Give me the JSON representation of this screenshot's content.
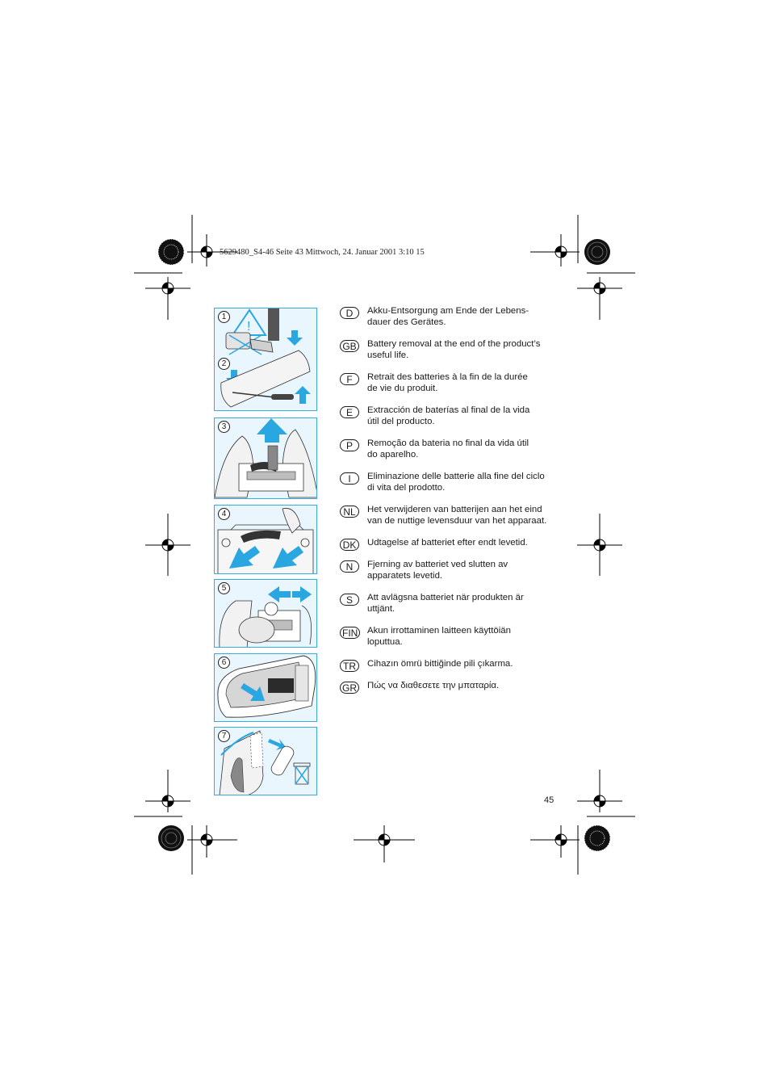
{
  "header": {
    "print_info": "5629480_S4-46  Seite 43  Mittwoch, 24. Januar 2001  3:10 15"
  },
  "figures": [
    {
      "number": "1"
    },
    {
      "number": "2"
    },
    {
      "number": "3"
    },
    {
      "number": "4"
    },
    {
      "number": "5"
    },
    {
      "number": "6"
    },
    {
      "number": "7"
    }
  ],
  "languages": [
    {
      "code": "D",
      "text": "Akku-Entsorgung am Ende der Lebens-\ndauer des Gerätes."
    },
    {
      "code": "GB",
      "text": "Battery removal at the end of the product’s\nuseful life."
    },
    {
      "code": "F",
      "text": "Retrait des batteries à la fin de la durée\nde vie du produit."
    },
    {
      "code": "E",
      "text": "Extracción de baterías al final de la vida\nútil del producto."
    },
    {
      "code": "P",
      "text": "Remoção da bateria no final da vida útil\ndo aparelho."
    },
    {
      "code": "I",
      "text": "Eliminazione delle batterie alla fine del ciclo\ndi vita del prodotto."
    },
    {
      "code": "NL",
      "text": "Het verwijderen van batterijen aan het eind\nvan de nuttige levensduur van het apparaat."
    },
    {
      "code": "DK",
      "text": "Udtagelse af batteriet efter endt levetid."
    },
    {
      "code": "N",
      "text": "Fjerning av batteriet ved slutten av\napparatets levetid."
    },
    {
      "code": "S",
      "text": "Att avlägsna batteriet när produkten är\nuttjänt."
    },
    {
      "code": "FIN",
      "text": "Akun irrottaminen laitteen käyttöiän\nloputtua."
    },
    {
      "code": "TR",
      "text": "Cihazın ömrü bittiğinde pili çıkarma."
    },
    {
      "code": "GR",
      "text": "Πώς να διαθεσετε την μπαταρία."
    }
  ],
  "page_number": "45",
  "colors": {
    "accent": "#2aa6e0",
    "figure_bg": "#eaf6fd",
    "ink": "#1a1a1a"
  }
}
